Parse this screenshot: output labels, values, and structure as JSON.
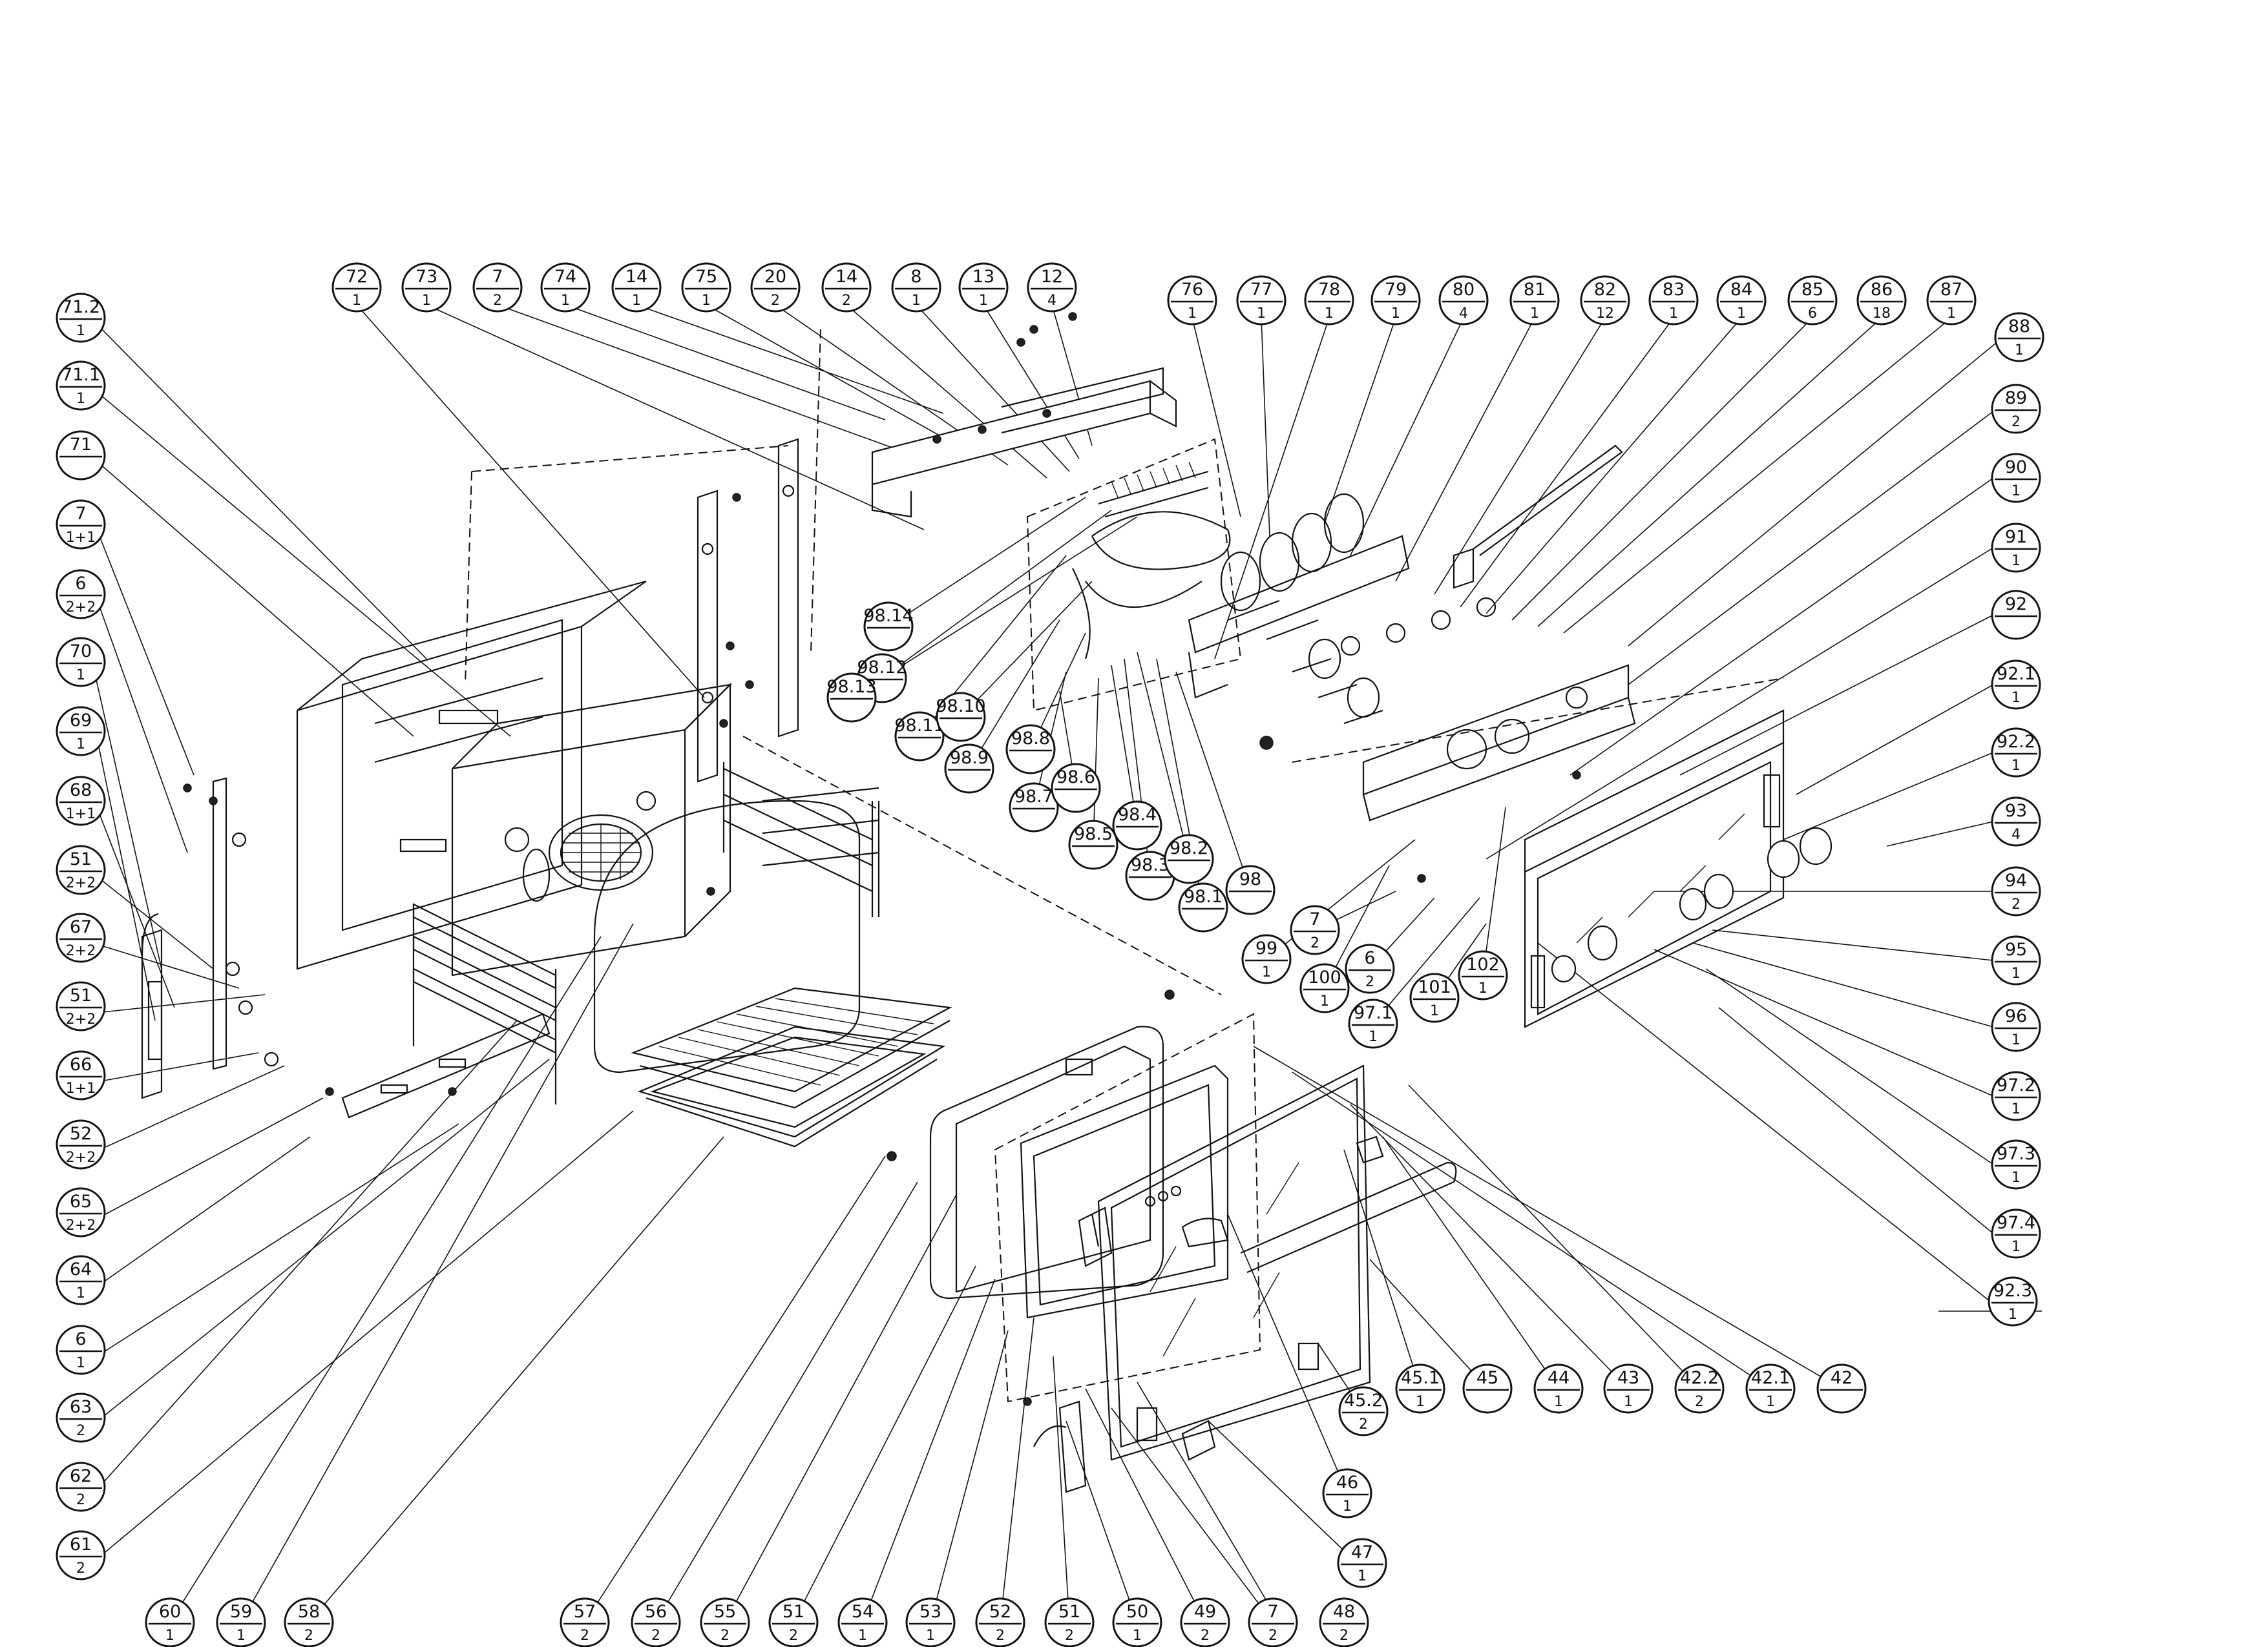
{
  "callouts": [
    {
      "num": "72",
      "qty": "1"
    },
    {
      "num": "73",
      "qty": "1"
    },
    {
      "num": "7",
      "qty": "2"
    },
    {
      "num": "74",
      "qty": "1"
    },
    {
      "num": "14",
      "qty": "1"
    },
    {
      "num": "75",
      "qty": "1"
    },
    {
      "num": "20",
      "qty": "2"
    },
    {
      "num": "14",
      "qty": "2"
    },
    {
      "num": "8",
      "qty": "1"
    },
    {
      "num": "13",
      "qty": "1"
    },
    {
      "num": "12",
      "qty": "4"
    },
    {
      "num": "76",
      "qty": "1"
    },
    {
      "num": "77",
      "qty": "1"
    },
    {
      "num": "78",
      "qty": "1"
    },
    {
      "num": "79",
      "qty": "1"
    },
    {
      "num": "80",
      "qty": "4"
    },
    {
      "num": "81",
      "qty": "1"
    },
    {
      "num": "82",
      "qty": "12"
    },
    {
      "num": "83",
      "qty": "1"
    },
    {
      "num": "84",
      "qty": "1"
    },
    {
      "num": "85",
      "qty": "6"
    },
    {
      "num": "86",
      "qty": "18"
    },
    {
      "num": "87",
      "qty": "1"
    },
    {
      "num": "88",
      "qty": "1"
    },
    {
      "num": "89",
      "qty": "2"
    },
    {
      "num": "90",
      "qty": "1"
    },
    {
      "num": "91",
      "qty": "1"
    },
    {
      "num": "92",
      "qty": ""
    },
    {
      "num": "92.1",
      "qty": "1"
    },
    {
      "num": "92.2",
      "qty": "1"
    },
    {
      "num": "93",
      "qty": "4"
    },
    {
      "num": "94",
      "qty": "2"
    },
    {
      "num": "95",
      "qty": "1"
    },
    {
      "num": "96",
      "qty": "1"
    },
    {
      "num": "97.2",
      "qty": "1"
    },
    {
      "num": "97.3",
      "qty": "1"
    },
    {
      "num": "97.4",
      "qty": "1"
    },
    {
      "num": "92.3",
      "qty": "1"
    },
    {
      "num": "71.2",
      "qty": "1"
    },
    {
      "num": "71.1",
      "qty": "1"
    },
    {
      "num": "71",
      "qty": ""
    },
    {
      "num": "7",
      "qty": "1+1"
    },
    {
      "num": "6",
      "qty": "2+2"
    },
    {
      "num": "70",
      "qty": "1"
    },
    {
      "num": "69",
      "qty": "1"
    },
    {
      "num": "68",
      "qty": "1+1"
    },
    {
      "num": "51",
      "qty": "2+2"
    },
    {
      "num": "67",
      "qty": "2+2"
    },
    {
      "num": "51",
      "qty": "2+2"
    },
    {
      "num": "66",
      "qty": "1+1"
    },
    {
      "num": "52",
      "qty": "2+2"
    },
    {
      "num": "65",
      "qty": "2+2"
    },
    {
      "num": "64",
      "qty": "1"
    },
    {
      "num": "6",
      "qty": "1"
    },
    {
      "num": "63",
      "qty": "2"
    },
    {
      "num": "62",
      "qty": "2"
    },
    {
      "num": "61",
      "qty": "2"
    },
    {
      "num": "60",
      "qty": "1"
    },
    {
      "num": "59",
      "qty": "1"
    },
    {
      "num": "58",
      "qty": "2"
    },
    {
      "num": "57",
      "qty": "2"
    },
    {
      "num": "56",
      "qty": "2"
    },
    {
      "num": "55",
      "qty": "2"
    },
    {
      "num": "51",
      "qty": "2"
    },
    {
      "num": "54",
      "qty": "1"
    },
    {
      "num": "53",
      "qty": "1"
    },
    {
      "num": "52",
      "qty": "2"
    },
    {
      "num": "51",
      "qty": "2"
    },
    {
      "num": "50",
      "qty": "1"
    },
    {
      "num": "49",
      "qty": "2"
    },
    {
      "num": "7",
      "qty": "2"
    },
    {
      "num": "48",
      "qty": "2"
    },
    {
      "num": "47",
      "qty": "1"
    },
    {
      "num": "46",
      "qty": "1"
    },
    {
      "num": "45.2",
      "qty": "2"
    },
    {
      "num": "45.1",
      "qty": "1"
    },
    {
      "num": "45",
      "qty": ""
    },
    {
      "num": "44",
      "qty": "1"
    },
    {
      "num": "43",
      "qty": "1"
    },
    {
      "num": "42.2",
      "qty": "2"
    },
    {
      "num": "42.1",
      "qty": "1"
    },
    {
      "num": "42",
      "qty": ""
    },
    {
      "num": "98.14",
      "qty": ""
    },
    {
      "num": "98.12",
      "qty": ""
    },
    {
      "num": "98.13",
      "qty": ""
    },
    {
      "num": "98.11",
      "qty": ""
    },
    {
      "num": "98.10",
      "qty": ""
    },
    {
      "num": "98.9",
      "qty": ""
    },
    {
      "num": "98.8",
      "qty": ""
    },
    {
      "num": "98.7",
      "qty": ""
    },
    {
      "num": "98.6",
      "qty": ""
    },
    {
      "num": "98.5",
      "qty": ""
    },
    {
      "num": "98.4",
      "qty": ""
    },
    {
      "num": "98.3",
      "qty": ""
    },
    {
      "num": "98.2",
      "qty": ""
    },
    {
      "num": "98.1",
      "qty": ""
    },
    {
      "num": "98",
      "qty": ""
    },
    {
      "num": "99",
      "qty": "1"
    },
    {
      "num": "7",
      "qty": "2"
    },
    {
      "num": "100",
      "qty": "1"
    },
    {
      "num": "6",
      "qty": "2"
    },
    {
      "num": "97.1",
      "qty": "1"
    },
    {
      "num": "101",
      "qty": "1"
    },
    {
      "num": "102",
      "qty": "1"
    }
  ]
}
